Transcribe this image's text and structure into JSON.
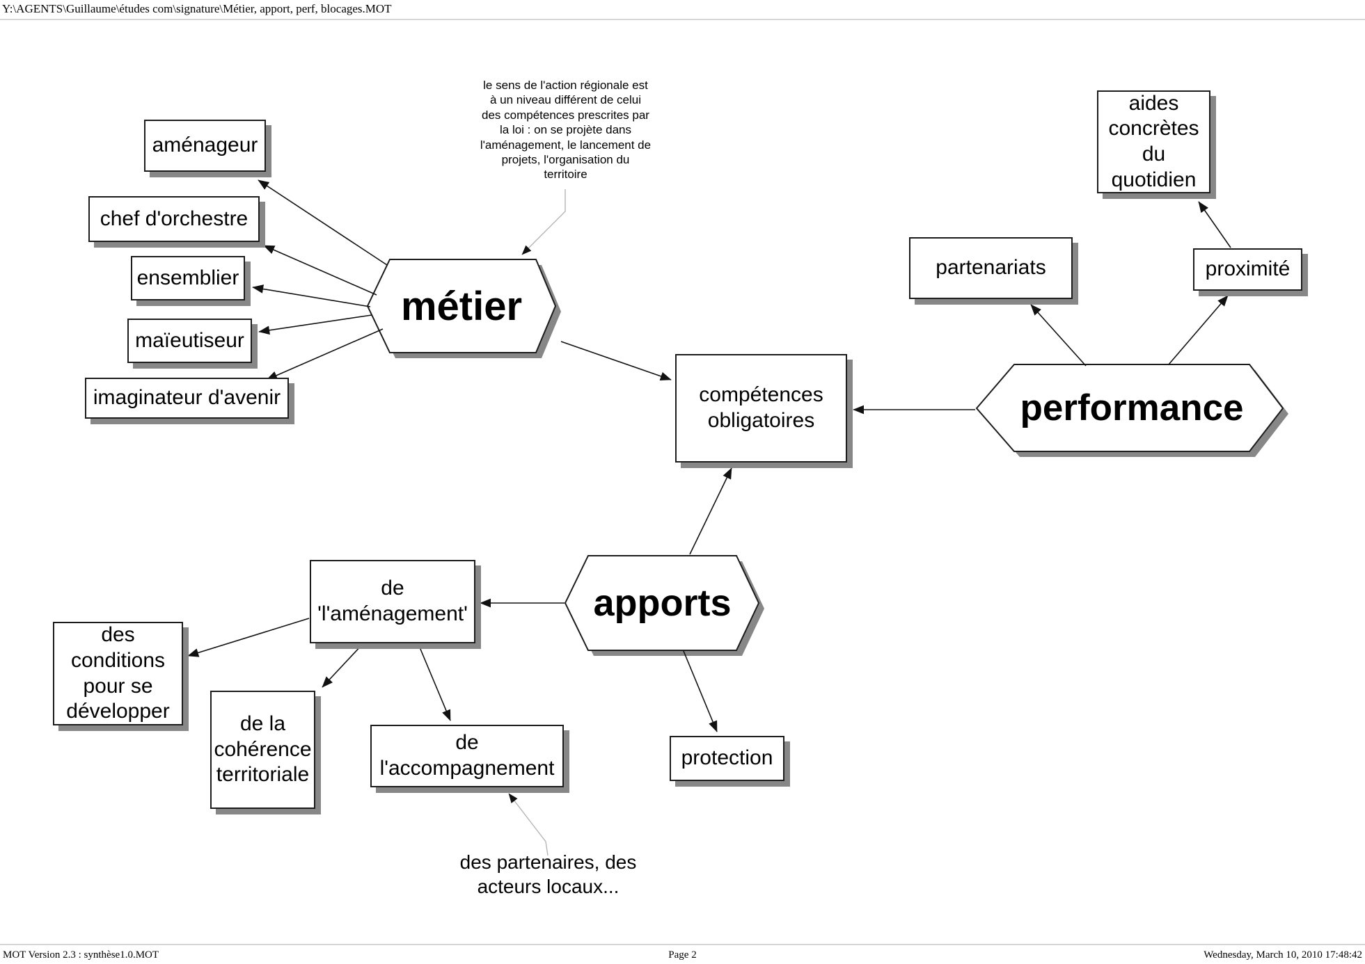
{
  "window": {
    "title_path": "Y:\\AGENTS\\Guillaume\\études com\\signature\\Métier, apport, perf, blocages.MOT"
  },
  "nodes": {
    "metier": "métier",
    "apports": "apports",
    "performance": "performance",
    "amenageur": "aménageur",
    "chef_orchestre": "chef d'orchestre",
    "ensemblier": "ensemblier",
    "maieutiseur": "maïeutiseur",
    "imaginateur": "imaginateur d'avenir",
    "competences": "compétences\nobligatoires",
    "partenariats": "partenariats",
    "proximite": "proximité",
    "aides": "aides\nconcrètes du\nquotidien",
    "amenagement": "de\n'l'aménagement'",
    "conditions": "des conditions\npour se\ndévelopper",
    "coherence": "de la\ncohérence\nterritoriale",
    "accompagnement": "de\nl'accompagnement",
    "protection": "protection"
  },
  "annotations": {
    "metier_note": "le sens de l'action régionale est\nà un niveau différent de celui\ndes compétences prescrites par\nla loi : on se projète dans\nl'aménagement, le lancement de\nprojets, l'organisation du\nterritoire",
    "apports_note": "des partenaires, des\nacteurs locaux..."
  },
  "edges": [
    {
      "from": "metier",
      "to": "amenageur"
    },
    {
      "from": "metier",
      "to": "chef_orchestre"
    },
    {
      "from": "metier",
      "to": "ensemblier"
    },
    {
      "from": "metier",
      "to": "maieutiseur"
    },
    {
      "from": "metier",
      "to": "imaginateur"
    },
    {
      "from": "metier",
      "to": "competences"
    },
    {
      "from": "performance",
      "to": "competences"
    },
    {
      "from": "performance",
      "to": "partenariats"
    },
    {
      "from": "performance",
      "to": "proximite"
    },
    {
      "from": "proximite",
      "to": "aides"
    },
    {
      "from": "apports",
      "to": "competences"
    },
    {
      "from": "apports",
      "to": "amenagement"
    },
    {
      "from": "apports",
      "to": "protection"
    },
    {
      "from": "amenagement",
      "to": "conditions"
    },
    {
      "from": "amenagement",
      "to": "coherence"
    },
    {
      "from": "amenagement",
      "to": "accompagnement"
    },
    {
      "from": "metier_note",
      "to": "metier",
      "type": "callout"
    },
    {
      "from": "apports_note",
      "to": "accompagnement",
      "type": "callout"
    }
  ],
  "footer": {
    "left": "MOT Version 2.3 : synthèse1.0.MOT",
    "center": "Page 2",
    "right": "Wednesday, March 10, 2010 17:48:42"
  },
  "colors": {
    "node_fill": "#ffffff",
    "node_border": "#1b1b1b",
    "shadow": "#878787",
    "connector": "#111111",
    "callout_line": "#b5b5b5",
    "rule": "#d6d6d6"
  }
}
